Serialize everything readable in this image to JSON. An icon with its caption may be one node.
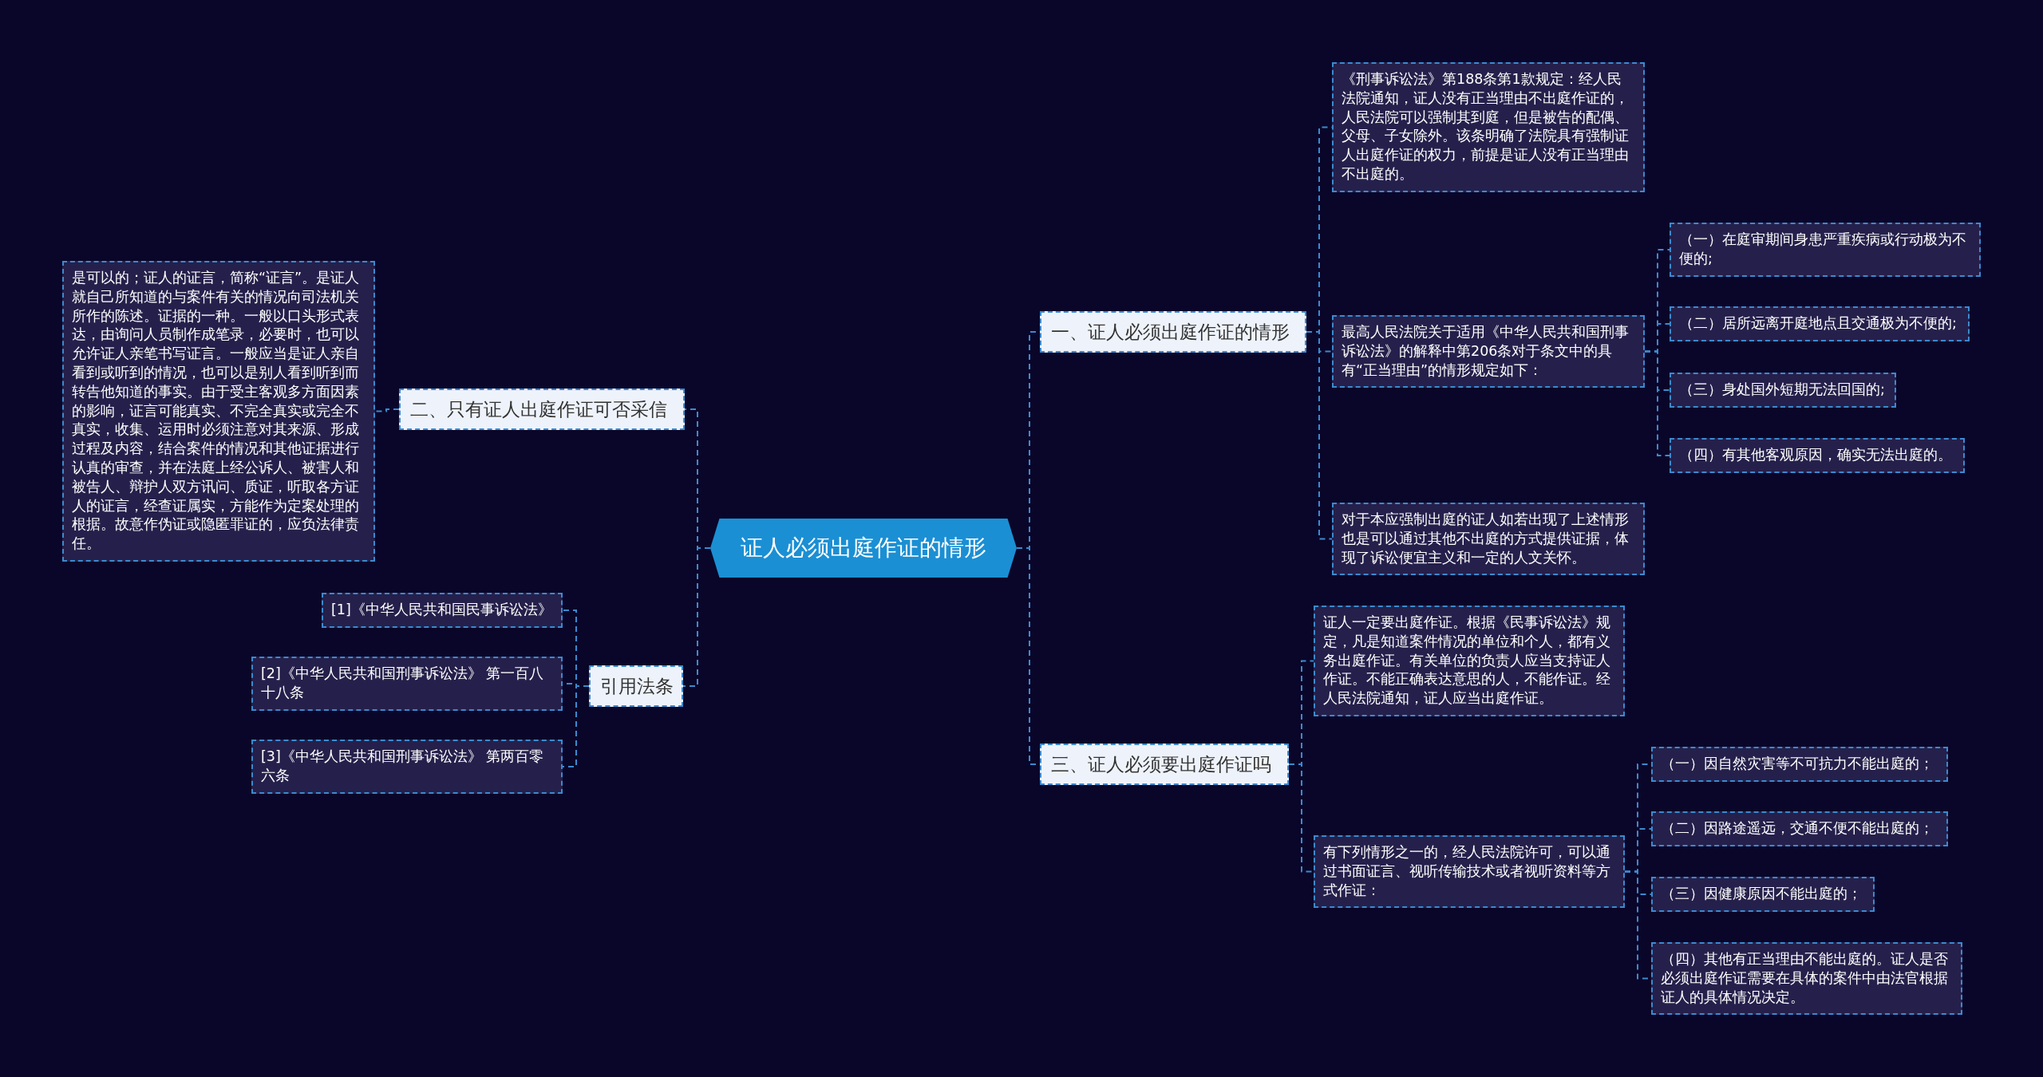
{
  "diagram": {
    "nodes": [
      {
        "text": [
          "证人必须出庭作证的情形"
        ]
      },
      {
        "text": [
          "一、证人必须出庭作证的情形"
        ]
      },
      {
        "text": [
          "《刑事诉讼法》第188条第1款规定：经人民法院通知，证人没有正当理由不出庭作证的，人民法院可以强制其到庭，但是被告的配偶、父母、子女除外。该条明确了法院具有强制证人出庭作证的权力，前提是证人没有正当理由不出庭的。"
        ]
      },
      {
        "text": [
          "最高人民法院关于适用《中华人民共和国刑事诉讼法》的解释中第206条对于条文中的具有“正当理由”的情形规定如下："
        ]
      },
      {
        "text": [
          "（一）在庭审期间身患严重疾病或行动极为不便的;"
        ]
      },
      {
        "text": [
          "（二）居所远离开庭地点且交通极为不便的;"
        ]
      },
      {
        "text": [
          "（三）身处国外短期无法回国的;"
        ]
      },
      {
        "text": [
          "（四）有其他客观原因，确实无法出庭的。"
        ]
      },
      {
        "text": [
          "对于本应强制出庭的证人如若出现了上述情形也是可以通过其他不出庭的方式提供证据，体现了诉讼便宜主义和一定的人文关怀。"
        ]
      },
      {
        "text": [
          "三、证人必须要出庭作证吗"
        ]
      },
      {
        "text": [
          "证人一定要出庭作证。根据《民事诉讼法》规定，凡是知道案件情况的单位和个人，都有义务出庭作证。有关单位的负责人应当支持证人作证。不能正确表达意思的人，不能作证。经人民法院通知，证人应当出庭作证。"
        ]
      },
      {
        "text": [
          "有下列情形之一的，经人民法院许可，可以通过书面证言、视听传输技术或者视听资料等方式作证："
        ]
      },
      {
        "text": [
          "（一）因自然灾害等不可抗力不能出庭的；"
        ]
      },
      {
        "text": [
          "（二）因路途遥远，交通不便不能出庭的；"
        ]
      },
      {
        "text": [
          "（三）因健康原因不能出庭的；"
        ]
      },
      {
        "text": [
          "（四）其他有正当理由不能出庭的。证人是否必须出庭作证需要在具体的案件中由法官根据证人的具体情况决定。"
        ]
      },
      {
        "text": [
          "二、只有证人出庭作证可否采信"
        ]
      },
      {
        "text": [
          "是可以的；证人的证言，简称“证言”。是证人就自己所知道的与案件有关的情况向司法机关所作的陈述。证据的一种。一般以口头形式表达，由询问人员制作成笔录，必要时，也可以允许证人亲笔书写证言。一般应当是证人亲自看到或听到的情况，也可以是别人看到听到而转告他知道的事实。由于受主客观多方面因素的影响，证言可能真实、不完全真实或完全不真实，收集、运用时必须注意对其来源、形成过程及内容，结合案件的情况和其他证据进行认真的审查，并在法庭上经公诉人、被害人和被告人、辩护人双方讯问、质证，听取各方证人的证言，经查证属实，方能作为定案处理的根据。故意作伪证或隐匿罪证的，应负法律责任。"
        ]
      },
      {
        "text": [
          "引用法条"
        ]
      },
      {
        "text": [
          "[1]《中华人民共和国民事诉讼法》"
        ]
      },
      {
        "text": [
          "[2]《中华人民共和国刑事诉讼法》 第一百八十八条"
        ]
      },
      {
        "text": [
          "[3]《中华人民共和国刑事诉讼法》 第两百零六条"
        ]
      }
    ],
    "edges": [
      {
        "from": 0,
        "to": 1,
        "arrow": "none"
      },
      {
        "from": 1,
        "to": 2,
        "arrow": "none"
      },
      {
        "from": 1,
        "to": 3,
        "arrow": "none"
      },
      {
        "from": 3,
        "to": 4,
        "arrow": "none"
      },
      {
        "from": 3,
        "to": 5,
        "arrow": "none"
      },
      {
        "from": 3,
        "to": 6,
        "arrow": "none"
      },
      {
        "from": 3,
        "to": 7,
        "arrow": "none"
      },
      {
        "from": 1,
        "to": 8,
        "arrow": "none"
      },
      {
        "from": 0,
        "to": 9,
        "arrow": "none"
      },
      {
        "from": 9,
        "to": 10,
        "arrow": "none"
      },
      {
        "from": 9,
        "to": 11,
        "arrow": "none"
      },
      {
        "from": 11,
        "to": 12,
        "arrow": "none"
      },
      {
        "from": 11,
        "to": 13,
        "arrow": "none"
      },
      {
        "from": 11,
        "to": 14,
        "arrow": "none"
      },
      {
        "from": 11,
        "to": 15,
        "arrow": "none"
      },
      {
        "from": 0,
        "to": 16,
        "arrow": "none"
      },
      {
        "from": 16,
        "to": 17,
        "arrow": "none"
      },
      {
        "from": 0,
        "to": 18,
        "arrow": "none"
      },
      {
        "from": 18,
        "to": 19,
        "arrow": "none"
      },
      {
        "from": 18,
        "to": 20,
        "arrow": "none"
      },
      {
        "from": 18,
        "to": 21,
        "arrow": "none"
      }
    ]
  }
}
